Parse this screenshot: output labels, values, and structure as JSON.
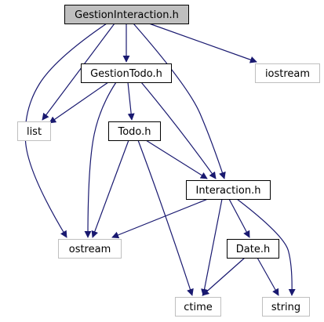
{
  "diagram": {
    "colors": {
      "root_fill": "#bfbfbf",
      "node_stroke_main": "#000000",
      "node_stroke_system": "#bfbfbf",
      "node_fill": "#ffffff",
      "edge": "#191970"
    },
    "nodes": [
      {
        "id": "gestion-interaction",
        "label": "GestionInteraction.h",
        "kind": "root"
      },
      {
        "id": "gestion-todo",
        "label": "GestionTodo.h",
        "kind": "header"
      },
      {
        "id": "iostream",
        "label": "iostream",
        "kind": "system"
      },
      {
        "id": "list",
        "label": "list",
        "kind": "system"
      },
      {
        "id": "todo",
        "label": "Todo.h",
        "kind": "header"
      },
      {
        "id": "interaction",
        "label": "Interaction.h",
        "kind": "header"
      },
      {
        "id": "ostream",
        "label": "ostream",
        "kind": "system"
      },
      {
        "id": "date",
        "label": "Date.h",
        "kind": "header"
      },
      {
        "id": "ctime",
        "label": "ctime",
        "kind": "system"
      },
      {
        "id": "string",
        "label": "string",
        "kind": "system"
      }
    ],
    "edges": [
      {
        "from": "gestion-interaction",
        "to": "gestion-todo"
      },
      {
        "from": "gestion-interaction",
        "to": "iostream"
      },
      {
        "from": "gestion-interaction",
        "to": "list"
      },
      {
        "from": "gestion-interaction",
        "to": "ostream"
      },
      {
        "from": "gestion-interaction",
        "to": "interaction"
      },
      {
        "from": "gestion-todo",
        "to": "list"
      },
      {
        "from": "gestion-todo",
        "to": "todo"
      },
      {
        "from": "gestion-todo",
        "to": "ostream"
      },
      {
        "from": "gestion-todo",
        "to": "interaction"
      },
      {
        "from": "todo",
        "to": "interaction"
      },
      {
        "from": "todo",
        "to": "ostream"
      },
      {
        "from": "todo",
        "to": "ctime"
      },
      {
        "from": "interaction",
        "to": "ostream"
      },
      {
        "from": "interaction",
        "to": "date"
      },
      {
        "from": "interaction",
        "to": "ctime"
      },
      {
        "from": "interaction",
        "to": "string"
      },
      {
        "from": "date",
        "to": "ctime"
      },
      {
        "from": "date",
        "to": "string"
      }
    ]
  }
}
